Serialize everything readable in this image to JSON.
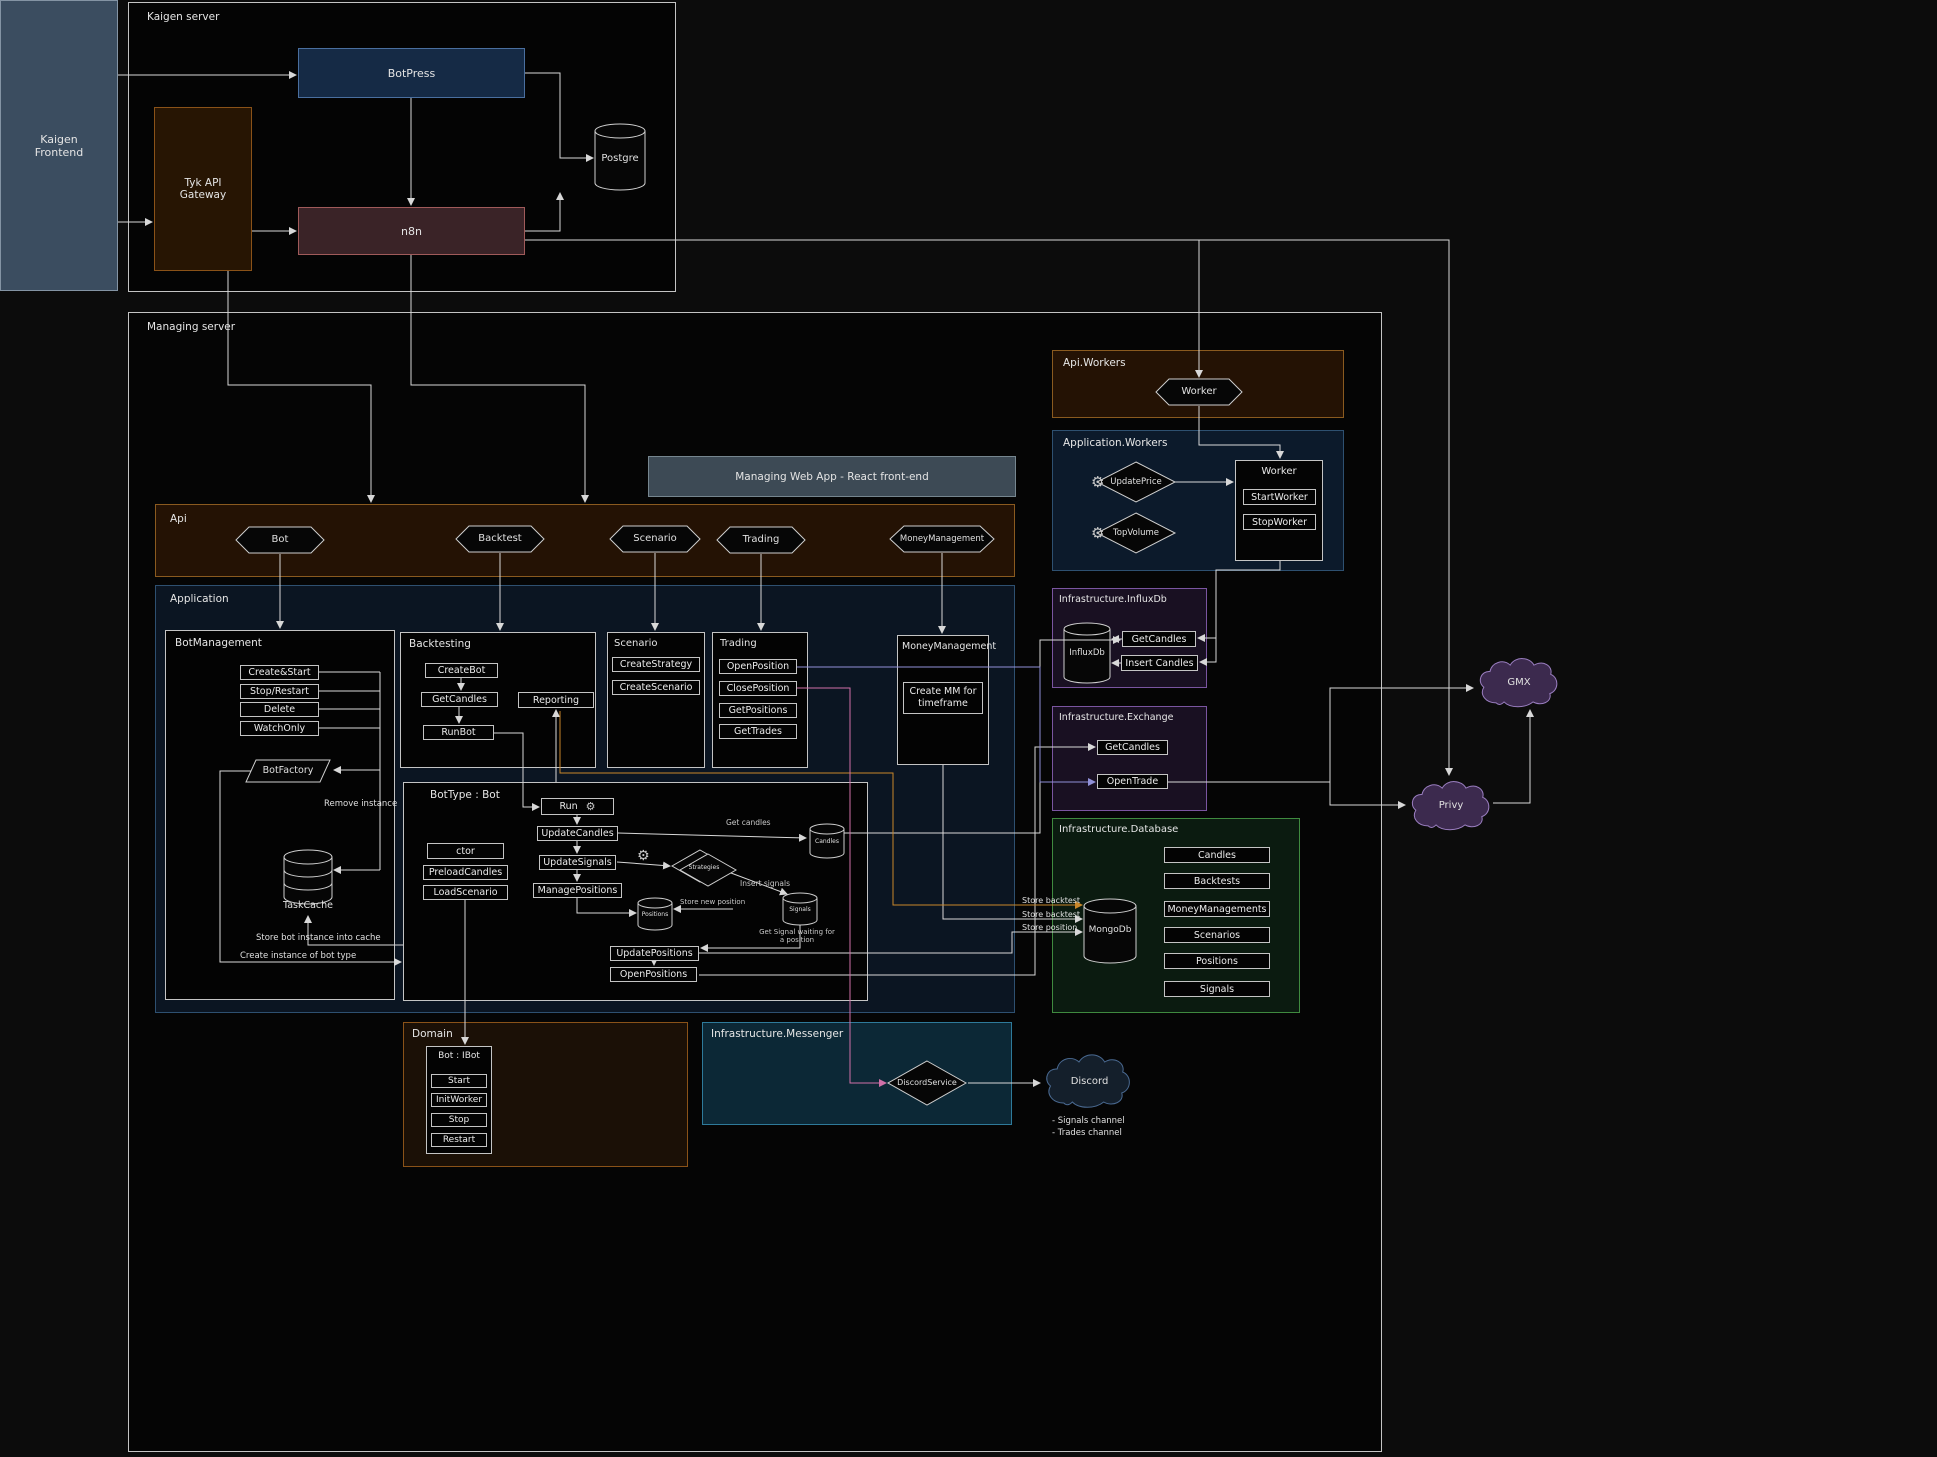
{
  "icons": {
    "gear": "⚙"
  },
  "external": {
    "kaigenFrontend": "Kaigen Frontend",
    "gmx": "GMX",
    "privy": "Privy",
    "discord": "Discord",
    "discordChannels": [
      "- Signals channel",
      "- Trades channel"
    ]
  },
  "kaigenServer": {
    "title": "Kaigen server",
    "botpress": "BotPress",
    "tyk": "Tyk API Gateway",
    "n8n": "n8n",
    "postgre": "Postgre"
  },
  "managing": {
    "title": "Managing server",
    "webApp": "Managing Web App - React front-end",
    "api": {
      "title": "Api",
      "endpoints": [
        "Bot",
        "Backtest",
        "Scenario",
        "Trading",
        "MoneyManagement"
      ]
    },
    "apiWorkers": {
      "title": "Api.Workers",
      "worker": "Worker"
    },
    "appWorkers": {
      "title": "Application.Workers",
      "updatePrice": "UpdatePrice",
      "topVolume": "TopVolume",
      "workerTitle": "Worker",
      "startWorker": "StartWorker",
      "stopWorker": "StopWorker"
    },
    "application": {
      "title": "Application",
      "botManagement": {
        "title": "BotManagement",
        "actions": [
          "Create&Start",
          "Stop/Restart",
          "Delete",
          "WatchOnly"
        ],
        "botFactory": "BotFactory",
        "taskCache": "TaskCache",
        "removeInstance": "Remove instance",
        "storeInstance": "Store bot instance into cache",
        "createInstance": "Create instance of bot type"
      },
      "backtesting": {
        "title": "Backtesting",
        "createBot": "CreateBot",
        "getCandles": "GetCandles",
        "runBot": "RunBot"
      },
      "reporting": "Reporting",
      "scenario": {
        "title": "Scenario",
        "createStrategy": "CreateStrategy",
        "createScenario": "CreateScenario"
      },
      "trading": {
        "title": "Trading",
        "openPosition": "OpenPosition",
        "closePosition": "ClosePosition",
        "getPositions": "GetPositions",
        "getTrades": "GetTrades"
      },
      "moneyManagement": {
        "title": "MoneyManagement",
        "createMM": "Create MM for timeframe"
      },
      "botType": {
        "title": "BotType : Bot",
        "run": "Run",
        "updateCandles": "UpdateCandles",
        "updateSignals": "UpdateSignals",
        "managePositions": "ManagePositions",
        "ctor": "ctor",
        "preloadCandles": "PreloadCandles",
        "loadScenario": "LoadScenario",
        "updatePositions": "UpdatePositions",
        "openPositions": "OpenPositions",
        "candles": "Candles",
        "strategies": "Strategies",
        "positions": "Positions",
        "signals": "Signals",
        "getCandlesNote": "Get candles",
        "insertSignalsNote": "Insert signals",
        "storeNewPositionNote": "Store new position",
        "getSignalNote": "Get Signal waiting for a position"
      }
    },
    "influx": {
      "title": "Infrastructure.InfluxDb",
      "db": "InfluxDb",
      "getCandles": "GetCandles",
      "insertCandles": "Insert Candles"
    },
    "exchange": {
      "title": "Infrastructure.Exchange",
      "getCandles": "GetCandles",
      "openTrade": "OpenTrade"
    },
    "database": {
      "title": "Infrastructure.Database",
      "db": "MongoDb",
      "collections": [
        "Candles",
        "Backtests",
        "MoneyManagements",
        "Scenarios",
        "Positions",
        "Signals"
      ]
    },
    "domain": {
      "title": "Domain",
      "bot": "Bot : IBot",
      "methods": [
        "Start",
        "InitWorker",
        "Stop",
        "Restart"
      ]
    },
    "messenger": {
      "title": "Infrastructure.Messenger",
      "discordService": "DiscordService"
    },
    "edges": {
      "storeBacktest1": "Store backtest",
      "storeBacktest2": "Store backtest",
      "storePosition": "Store position"
    }
  },
  "colors": {
    "accentOrange": "#c8862a",
    "accentPink": "#d070a8",
    "accentLavender": "#9090d8",
    "cloudPurple": "#3c2a4e"
  }
}
